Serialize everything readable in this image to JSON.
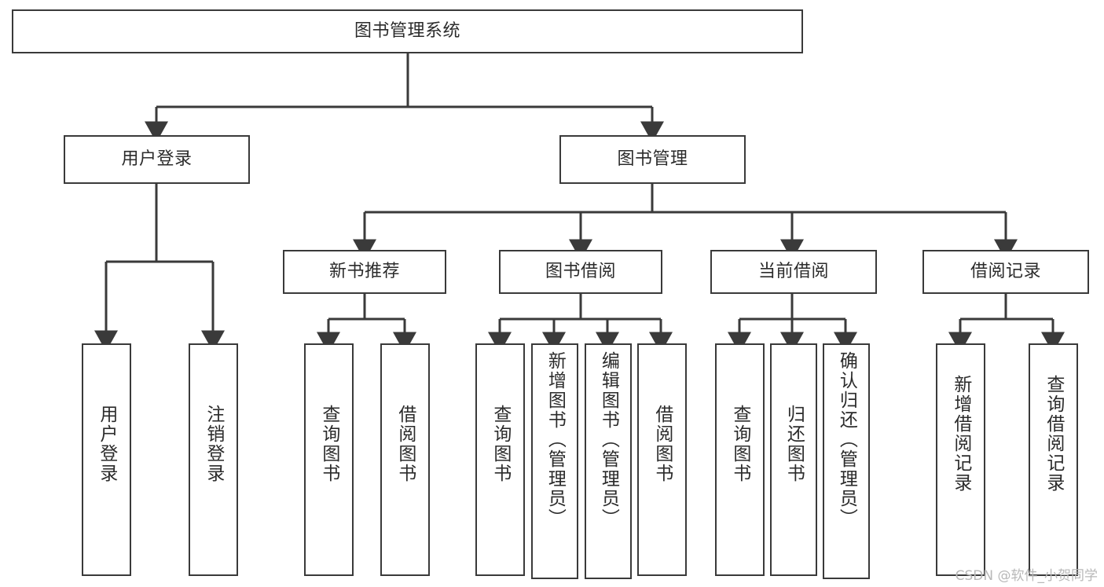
{
  "diagram": {
    "title": "图书管理系统",
    "type": "tree-hierarchy",
    "watermark": "CSDN @软件_小贺同学",
    "stroke_color": "#3a3a3a",
    "fill_color": "#ffffff",
    "text_color": "#2b2b2b",
    "nodes": {
      "root": {
        "label": "图书管理系统"
      },
      "level2": [
        {
          "label": "用户登录"
        },
        {
          "label": "图书管理"
        }
      ],
      "level3": [
        {
          "label": "新书推荐"
        },
        {
          "label": "图书借阅"
        },
        {
          "label": "当前借阅"
        },
        {
          "label": "借阅记录"
        }
      ],
      "leaves": {
        "user_login": [
          {
            "label": "用户登录"
          },
          {
            "label": "注销登录"
          }
        ],
        "new_book": [
          {
            "label": "查询图书"
          },
          {
            "label": "借阅图书"
          }
        ],
        "book_borrow": [
          {
            "label": "查询图书"
          },
          {
            "label": "新增图书（管理员）"
          },
          {
            "label": "编辑图书（管理员）"
          },
          {
            "label": "借阅图书"
          }
        ],
        "current_borrow": [
          {
            "label": "查询图书"
          },
          {
            "label": "归还图书"
          },
          {
            "label": "确认归还（管理员）"
          }
        ],
        "borrow_record": [
          {
            "label": "新增借阅记录"
          },
          {
            "label": "查询借阅记录"
          }
        ]
      }
    }
  }
}
